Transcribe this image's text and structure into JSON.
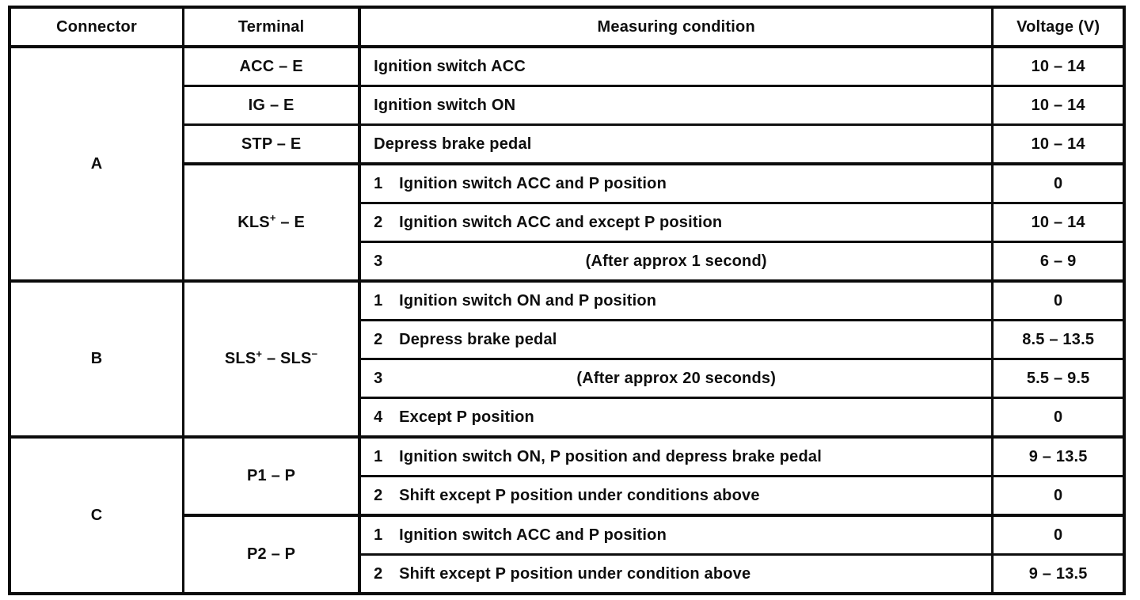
{
  "table": {
    "headers": [
      "Connector",
      "Terminal",
      "Measuring condition",
      "Voltage (V)"
    ],
    "sections": [
      {
        "connector": "A",
        "groups": [
          {
            "terminal": {
              "t1": "ACC – E",
              "s1": "",
              "t2": "",
              "s2": ""
            },
            "rows": [
              {
                "num": "",
                "text": "Ignition switch ACC",
                "voltage": "10 – 14"
              }
            ]
          },
          {
            "terminal": {
              "t1": "IG – E",
              "s1": "",
              "t2": "",
              "s2": ""
            },
            "rows": [
              {
                "num": "",
                "text": "Ignition switch ON",
                "voltage": "10 – 14"
              }
            ]
          },
          {
            "terminal": {
              "t1": "STP – E",
              "s1": "",
              "t2": "",
              "s2": ""
            },
            "rows": [
              {
                "num": "",
                "text": "Depress brake pedal",
                "voltage": "10 – 14"
              }
            ]
          },
          {
            "terminal": {
              "t1": "KLS",
              "s1": "+",
              "t2": " – E",
              "s2": ""
            },
            "rows": [
              {
                "num": "1",
                "text": "Ignition switch ACC and P position",
                "voltage": "0"
              },
              {
                "num": "2",
                "text": "Ignition switch ACC and except P position",
                "voltage": "10 – 14"
              },
              {
                "num": "3",
                "text": "(After approx 1 second)",
                "voltage": "6 – 9"
              }
            ]
          }
        ]
      },
      {
        "connector": "B",
        "groups": [
          {
            "terminal": {
              "t1": "SLS",
              "s1": "+",
              "t2": " – SLS",
              "s2": "−"
            },
            "rows": [
              {
                "num": "1",
                "text": "Ignition switch ON and P position",
                "voltage": "0"
              },
              {
                "num": "2",
                "text": "Depress brake pedal",
                "voltage": "8.5 – 13.5"
              },
              {
                "num": "3",
                "text": "(After approx 20 seconds)",
                "voltage": "5.5 – 9.5"
              },
              {
                "num": "4",
                "text": "Except P position",
                "voltage": "0"
              }
            ]
          }
        ]
      },
      {
        "connector": "C",
        "groups": [
          {
            "terminal": {
              "t1": "P1 – P",
              "s1": "",
              "t2": "",
              "s2": ""
            },
            "rows": [
              {
                "num": "1",
                "text": "Ignition switch ON, P position and depress brake pedal",
                "voltage": "9 – 13.5"
              },
              {
                "num": "2",
                "text": "Shift except P position under conditions above",
                "voltage": "0"
              }
            ]
          },
          {
            "terminal": {
              "t1": "P2 – P",
              "s1": "",
              "t2": "",
              "s2": ""
            },
            "rows": [
              {
                "num": "1",
                "text": "Ignition switch ACC and P position",
                "voltage": "0"
              },
              {
                "num": "2",
                "text": "Shift except P position under condition above",
                "voltage": "9 – 13.5"
              }
            ]
          }
        ]
      }
    ]
  }
}
